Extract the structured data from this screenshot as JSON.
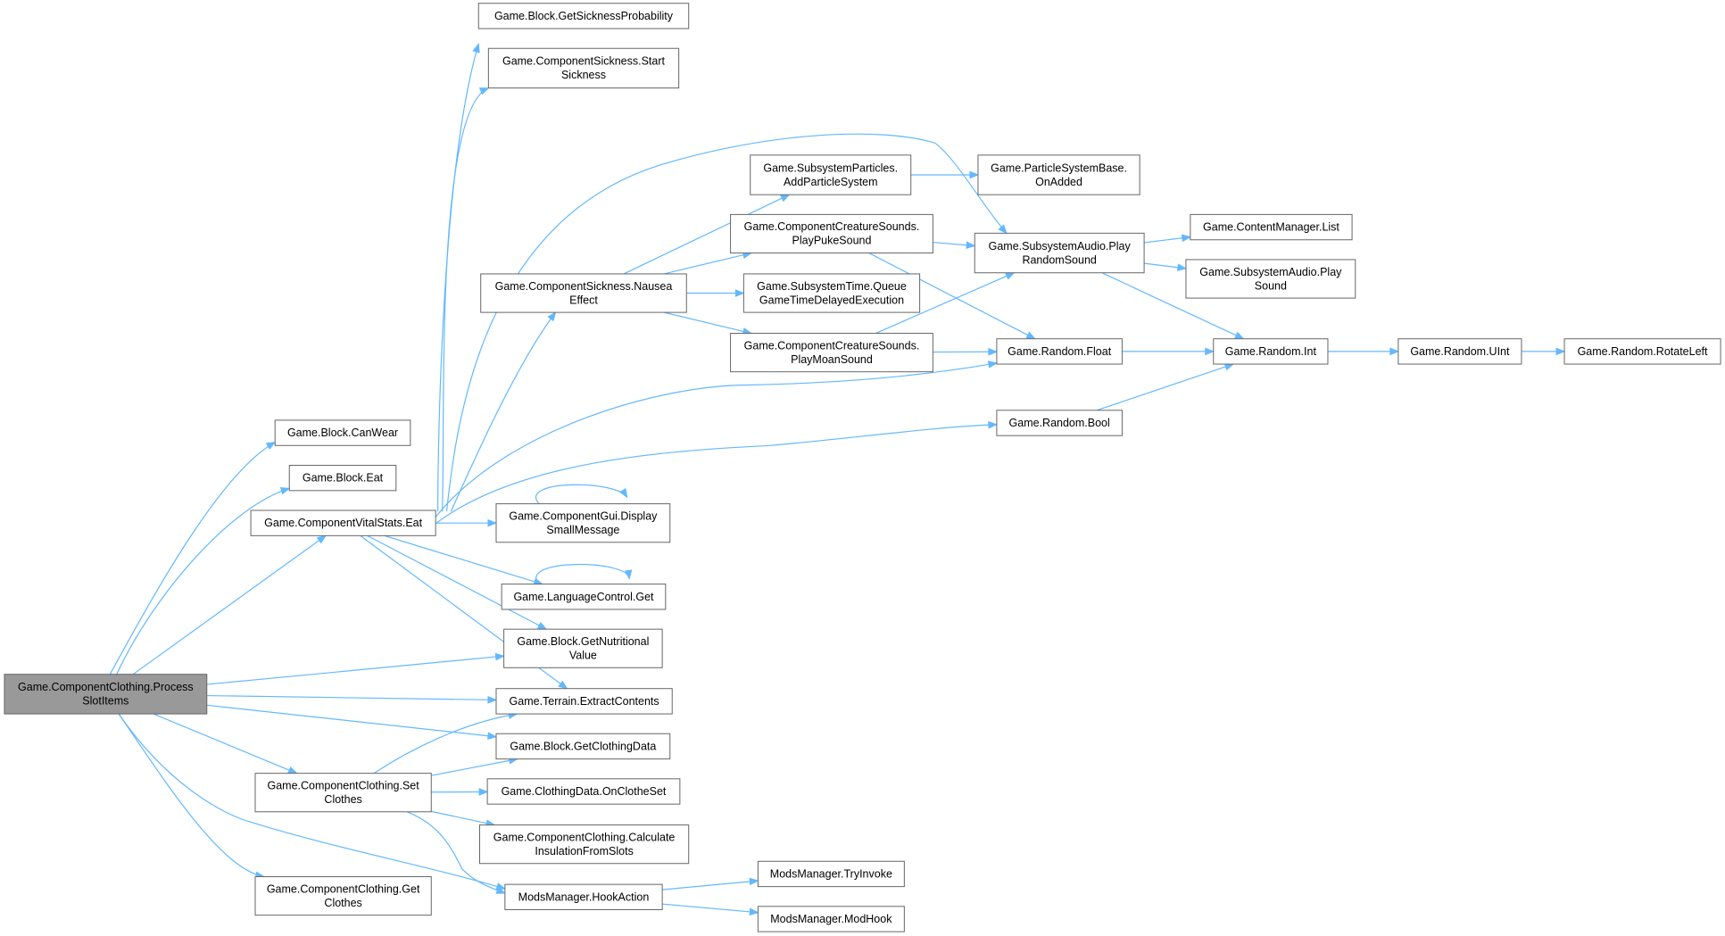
{
  "colors": {
    "edge": "#63b8ff",
    "node_border": "#666666",
    "root_fill": "#999999",
    "node_fill": "#ffffff"
  },
  "nodes": [
    {
      "id": "root",
      "lines": [
        "Game.ComponentClothing.Process",
        "SlotItems"
      ],
      "root": true
    },
    {
      "id": "canwear",
      "lines": [
        "Game.Block.CanWear"
      ]
    },
    {
      "id": "blockeat",
      "lines": [
        "Game.Block.Eat"
      ]
    },
    {
      "id": "vseat",
      "lines": [
        "Game.ComponentVitalStats.Eat"
      ]
    },
    {
      "id": "setclothes",
      "lines": [
        "Game.ComponentClothing.Set",
        "Clothes"
      ]
    },
    {
      "id": "getclothes",
      "lines": [
        "Game.ComponentClothing.Get",
        "Clothes"
      ]
    },
    {
      "id": "getsick",
      "lines": [
        "Game.Block.GetSicknessProbability"
      ]
    },
    {
      "id": "startsick",
      "lines": [
        "Game.ComponentSickness.Start",
        "Sickness"
      ]
    },
    {
      "id": "nausea",
      "lines": [
        "Game.ComponentSickness.Nausea",
        "Effect"
      ]
    },
    {
      "id": "display",
      "lines": [
        "Game.ComponentGui.Display",
        "SmallMessage"
      ]
    },
    {
      "id": "langget",
      "lines": [
        "Game.LanguageControl.Get"
      ]
    },
    {
      "id": "nutri",
      "lines": [
        "Game.Block.GetNutritional",
        "Value"
      ]
    },
    {
      "id": "extract",
      "lines": [
        "Game.Terrain.ExtractContents"
      ]
    },
    {
      "id": "getcloth",
      "lines": [
        "Game.Block.GetClothingData"
      ]
    },
    {
      "id": "onclothe",
      "lines": [
        "Game.ClothingData.OnClotheSet"
      ]
    },
    {
      "id": "calcins",
      "lines": [
        "Game.ComponentClothing.Calculate",
        "InsulationFromSlots"
      ]
    },
    {
      "id": "hook",
      "lines": [
        "ModsManager.HookAction"
      ]
    },
    {
      "id": "addpart",
      "lines": [
        "Game.SubsystemParticles.",
        "AddParticleSystem"
      ]
    },
    {
      "id": "puke",
      "lines": [
        "Game.ComponentCreatureSounds.",
        "PlayPukeSound"
      ]
    },
    {
      "id": "queue",
      "lines": [
        "Game.SubsystemTime.Queue",
        "GameTimeDelayedExecution"
      ]
    },
    {
      "id": "moan",
      "lines": [
        "Game.ComponentCreatureSounds.",
        "PlayMoanSound"
      ]
    },
    {
      "id": "onadded",
      "lines": [
        "Game.ParticleSystemBase.",
        "OnAdded"
      ]
    },
    {
      "id": "playrand",
      "lines": [
        "Game.SubsystemAudio.Play",
        "RandomSound"
      ]
    },
    {
      "id": "rfloat",
      "lines": [
        "Game.Random.Float"
      ]
    },
    {
      "id": "rbool",
      "lines": [
        "Game.Random.Bool"
      ]
    },
    {
      "id": "cmlist",
      "lines": [
        "Game.ContentManager.List"
      ]
    },
    {
      "id": "playsound",
      "lines": [
        "Game.SubsystemAudio.Play",
        "Sound"
      ]
    },
    {
      "id": "rint",
      "lines": [
        "Game.Random.Int"
      ]
    },
    {
      "id": "ruint",
      "lines": [
        "Game.Random.UInt"
      ]
    },
    {
      "id": "rrot",
      "lines": [
        "Game.Random.RotateLeft"
      ]
    },
    {
      "id": "tryinv",
      "lines": [
        "ModsManager.TryInvoke"
      ]
    },
    {
      "id": "modhook",
      "lines": [
        "ModsManager.ModHook"
      ]
    }
  ],
  "edges": [
    [
      "root",
      "canwear"
    ],
    [
      "root",
      "blockeat"
    ],
    [
      "root",
      "vseat"
    ],
    [
      "root",
      "nutri"
    ],
    [
      "root",
      "extract"
    ],
    [
      "root",
      "getcloth"
    ],
    [
      "root",
      "setclothes"
    ],
    [
      "root",
      "hook"
    ],
    [
      "root",
      "getclothes"
    ],
    [
      "vseat",
      "getsick"
    ],
    [
      "vseat",
      "startsick"
    ],
    [
      "vseat",
      "playrand"
    ],
    [
      "vseat",
      "nausea"
    ],
    [
      "vseat",
      "rfloat"
    ],
    [
      "vseat",
      "rbool"
    ],
    [
      "vseat",
      "display"
    ],
    [
      "vseat",
      "langget"
    ],
    [
      "vseat",
      "nutri"
    ],
    [
      "vseat",
      "extract"
    ],
    [
      "nausea",
      "addpart"
    ],
    [
      "nausea",
      "puke"
    ],
    [
      "nausea",
      "queue"
    ],
    [
      "nausea",
      "moan"
    ],
    [
      "addpart",
      "onadded"
    ],
    [
      "puke",
      "playrand"
    ],
    [
      "puke",
      "rfloat"
    ],
    [
      "moan",
      "rfloat"
    ],
    [
      "moan",
      "playrand"
    ],
    [
      "playrand",
      "cmlist"
    ],
    [
      "playrand",
      "playsound"
    ],
    [
      "playrand",
      "rint"
    ],
    [
      "rfloat",
      "rint"
    ],
    [
      "rbool",
      "rint"
    ],
    [
      "rint",
      "ruint"
    ],
    [
      "ruint",
      "rrot"
    ],
    [
      "setclothes",
      "extract"
    ],
    [
      "setclothes",
      "getcloth"
    ],
    [
      "setclothes",
      "onclothe"
    ],
    [
      "setclothes",
      "calcins"
    ],
    [
      "setclothes",
      "hook"
    ],
    [
      "hook",
      "tryinv"
    ],
    [
      "hook",
      "modhook"
    ],
    [
      "display",
      "display"
    ],
    [
      "langget",
      "langget"
    ]
  ]
}
